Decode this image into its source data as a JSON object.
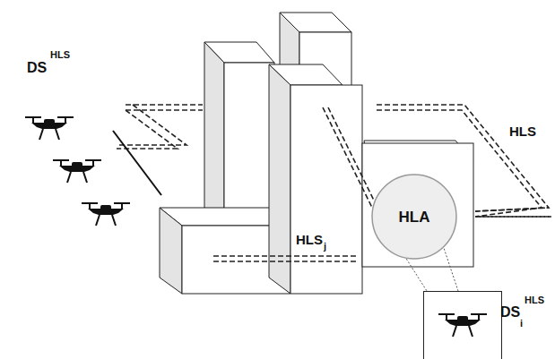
{
  "diagram": {
    "nodes": [
      {
        "text": [
          "HLA"
        ]
      },
      {
        "text": [
          "DS",
          "i",
          "HLS"
        ]
      }
    ],
    "edges": [
      {
        "from": 0,
        "to": 1,
        "arrow": "none"
      }
    ],
    "labels": [
      "DS",
      "HLS",
      "HLS",
      "HLS",
      "j"
    ]
  }
}
